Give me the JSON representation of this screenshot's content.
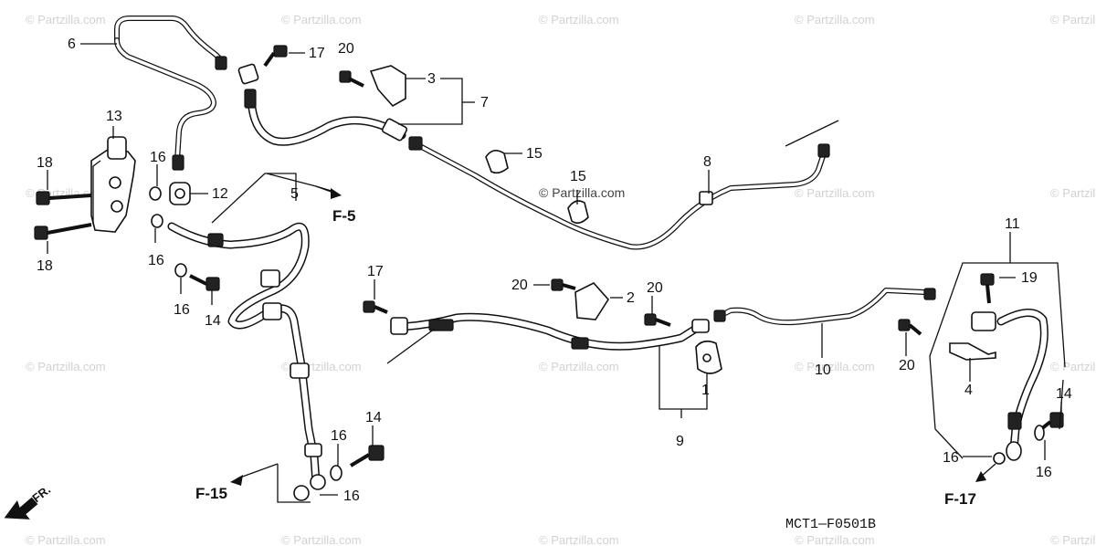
{
  "watermark": {
    "text": "© Partzilla.com"
  },
  "callouts": {
    "c1": "1",
    "c2": "2",
    "c3": "3",
    "c4": "4",
    "c5": "5",
    "c6": "6",
    "c7": "7",
    "c8": "8",
    "c9": "9",
    "c10": "10",
    "c11": "11",
    "c12": "12",
    "c13": "13",
    "c14a": "14",
    "c14b": "14",
    "c14c": "14",
    "c15a": "15",
    "c15b": "15",
    "c16a": "16",
    "c16b": "16",
    "c16c": "16",
    "c16d": "16",
    "c16e": "16",
    "c16f": "16",
    "c16g": "16",
    "c17a": "17",
    "c17b": "17",
    "c18a": "18",
    "c18b": "18",
    "c19": "19",
    "c20a": "20",
    "c20b": "20",
    "c20c": "20",
    "c20d": "20"
  },
  "references": {
    "f5": "F-5",
    "f15": "F-15",
    "f17": "F-17"
  },
  "direction": {
    "label": "FR."
  },
  "diagram_code": "MCT1—F0501B"
}
